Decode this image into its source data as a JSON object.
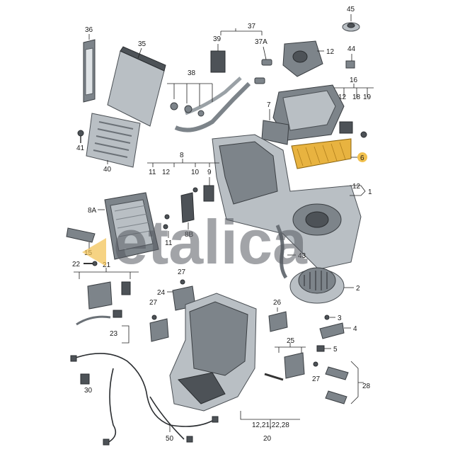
{
  "watermark": "etalica",
  "callouts": {
    "c45": "45",
    "c36": "36",
    "c35": "35",
    "c37": "37",
    "c39": "39",
    "c37a": "37A",
    "c12a": "12",
    "c44": "44",
    "c38": "38",
    "c16": "16",
    "c12b": "12",
    "c18": "18",
    "c19": "19",
    "c7": "7",
    "c41": "41",
    "c40": "40",
    "c6": "6",
    "c8": "8",
    "c11a": "11",
    "c12c": "12",
    "c10": "10",
    "c9": "9",
    "c12d": "12",
    "c1": "1",
    "c8a": "8A",
    "c8b": "8B",
    "c11b": "11",
    "c15": "15",
    "c43": "43",
    "c22": "22",
    "c21": "21",
    "c27a": "27",
    "c2": "2",
    "c24": "24",
    "c27b": "27",
    "c26": "26",
    "c3": "3",
    "c4": "4",
    "c23": "23",
    "c5": "5",
    "c25": "25",
    "c28": "28",
    "c27c": "27",
    "c30": "30",
    "c50": "50",
    "c20a": "12,21,22,28",
    "c20b": "20"
  },
  "colors": {
    "filter": "#e8b340",
    "filter_stroke": "#8a6410",
    "watermark_accent": "#f2c14e"
  }
}
